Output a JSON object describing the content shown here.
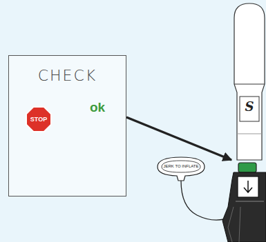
{
  "diagram": {
    "nodes": [
      {
        "text": [
          "CHECK"
        ]
      },
      {
        "text": [
          "STOP"
        ],
        "in": 0
      },
      {
        "text": [
          "ok"
        ],
        "in": 0
      },
      {
        "text": [
          "JERK TO INFLATE"
        ]
      },
      {
        "text": [
          "S"
        ]
      }
    ],
    "edges": [
      {
        "from": 0,
        "to": 4,
        "arrow": "to"
      }
    ]
  }
}
